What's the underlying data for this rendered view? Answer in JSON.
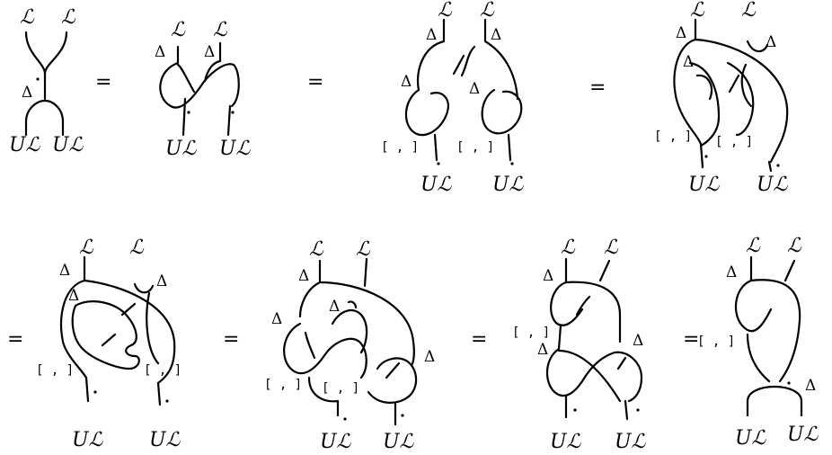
{
  "symbols": {
    "top_label": "ℒ",
    "bottom_label": "Uℒ",
    "coproduct": "Δ",
    "bracket": "[ , ]",
    "equals": "="
  }
}
